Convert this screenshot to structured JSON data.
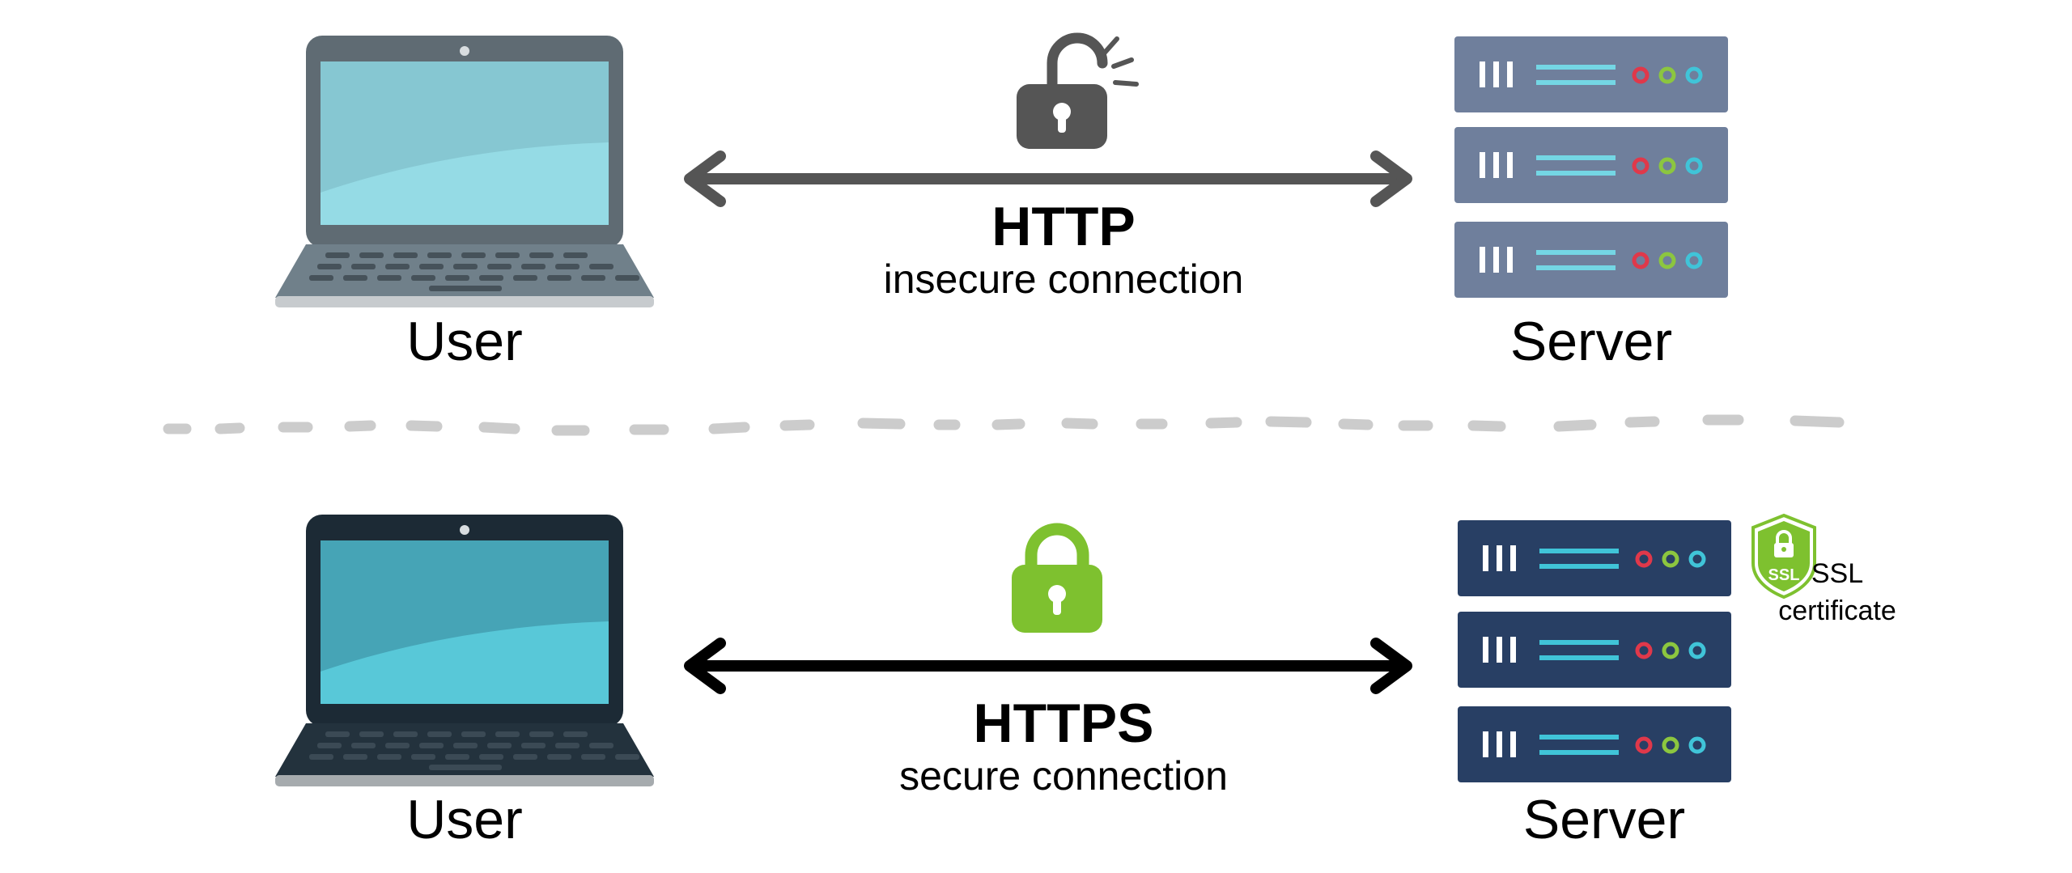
{
  "http": {
    "protocol": "HTTP",
    "description": "insecure connection",
    "user_label": "User",
    "server_label": "Server",
    "lock_state": "unlocked",
    "lock_color": "#555555",
    "arrow_color": "#555555",
    "laptop_frame_color": "#5f6b73",
    "laptop_screen_color": "#8fd9e3",
    "server_color": "#6f7f9c",
    "rack_count": 3
  },
  "https": {
    "protocol": "HTTPS",
    "description": "secure connection",
    "user_label": "User",
    "server_label": "Server",
    "lock_state": "locked",
    "lock_color": "#7ec12f",
    "arrow_color": "#000000",
    "laptop_frame_color": "#1c2a35",
    "laptop_screen_color": "#58c8d8",
    "server_color": "#283f64",
    "rack_count": 3,
    "badge_text": "SSL",
    "certificate_label_line1": "SSL",
    "certificate_label_line2": "certificate"
  },
  "server_lights": [
    "#e0384a",
    "#8cc63f",
    "#40c4d8"
  ],
  "divider_color": "#cccccc"
}
